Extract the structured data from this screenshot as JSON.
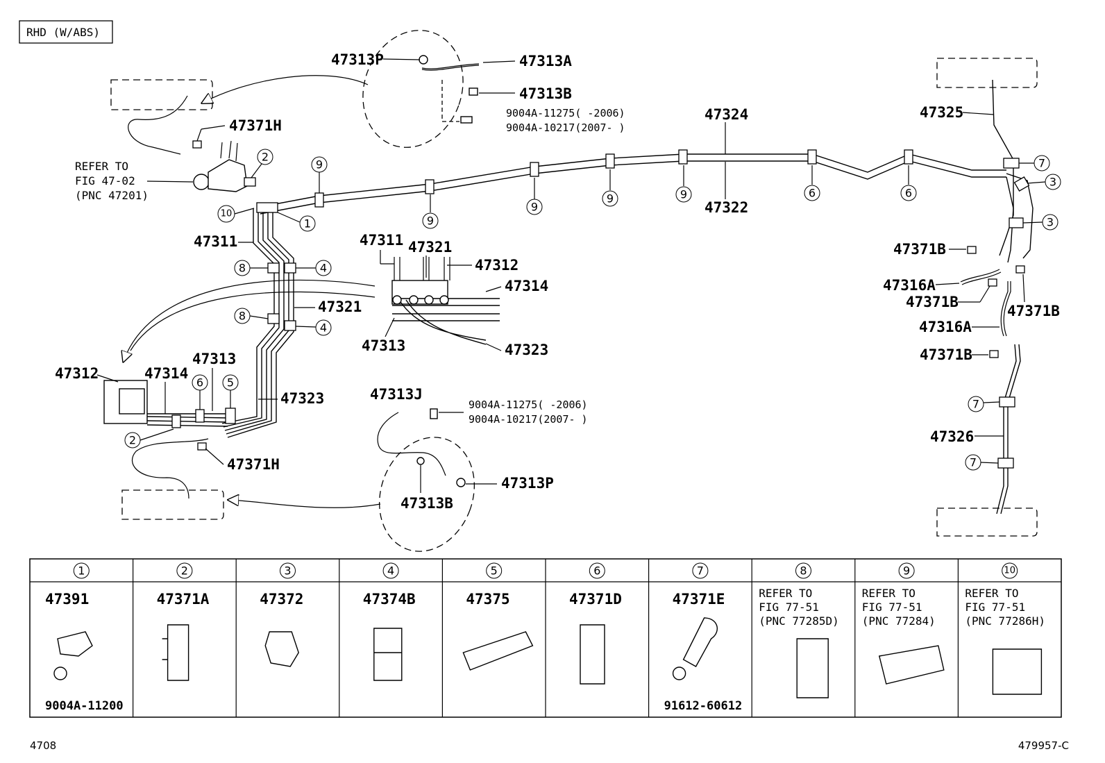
{
  "header": {
    "tag": "RHD (W/ABS)"
  },
  "callouts": {
    "p47313P_top": "47313P",
    "p47313A": "47313A",
    "p47313B_top": "47313B",
    "bolt_a_top": "9004A-11275(     -2006)",
    "bolt_b_top": "9004A-10217(2007-     )",
    "p47324": "47324",
    "p47322": "47322",
    "p47325": "47325",
    "p47371H_top": "47371H",
    "refer_1": "REFER TO",
    "refer_2": "FIG 47-02",
    "refer_3": "(PNC 47201)",
    "p47311_left": "47311",
    "p47311_detail": "47311",
    "p47321_detail": "47321",
    "p47312_detail": "47312",
    "p47314_detail": "47314",
    "p47313_detail": "47313",
    "p47323_detail": "47323",
    "p47321_mid": "47321",
    "p47312_left": "47312",
    "p47314_left": "47314",
    "p47313_left": "47313",
    "p47323_left": "47323",
    "p47371H_bottom": "47371H",
    "p47313J": "47313J",
    "bolt_a_bottom": "9004A-11275(     -2006)",
    "bolt_b_bottom": "9004A-10217(2007-     )",
    "p47313P_bottom": "47313P",
    "p47313B_bottom": "47313B",
    "p47371B_1": "47371B",
    "p47316A_1": "47316A",
    "p47371B_2": "47371B",
    "p47371B_3": "47371B",
    "p47316A_2": "47316A",
    "p47371B_4": "47371B",
    "p47326": "47326"
  },
  "circled_numbers": [
    "1",
    "2",
    "3",
    "4",
    "5",
    "6",
    "7",
    "8",
    "9",
    "10"
  ],
  "legend": [
    {
      "num": "1",
      "lines": [
        "47391"
      ],
      "sub": "9004A-11200"
    },
    {
      "num": "2",
      "lines": [
        "47371A"
      ],
      "sub": ""
    },
    {
      "num": "3",
      "lines": [
        "47372"
      ],
      "sub": ""
    },
    {
      "num": "4",
      "lines": [
        "47374B"
      ],
      "sub": ""
    },
    {
      "num": "5",
      "lines": [
        "47375"
      ],
      "sub": ""
    },
    {
      "num": "6",
      "lines": [
        "47371D"
      ],
      "sub": ""
    },
    {
      "num": "7",
      "lines": [
        "47371E"
      ],
      "sub": "91612-60612"
    },
    {
      "num": "8",
      "lines": [
        "REFER TO",
        "FIG 77-51",
        "(PNC 77285D)"
      ],
      "sub": ""
    },
    {
      "num": "9",
      "lines": [
        "REFER TO",
        "FIG 77-51",
        "(PNC 77284)"
      ],
      "sub": ""
    },
    {
      "num": "10",
      "lines": [
        "REFER TO",
        "FIG 77-51",
        "(PNC 77286H)"
      ],
      "sub": ""
    }
  ],
  "footer": {
    "left": "4708",
    "right": "479957-C"
  }
}
